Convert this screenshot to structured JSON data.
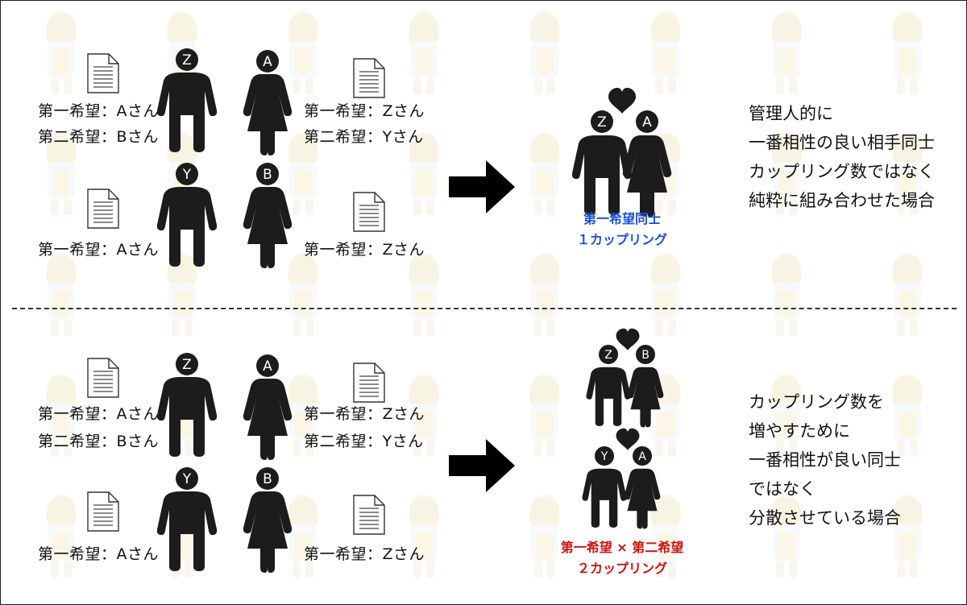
{
  "colors": {
    "text": "#111111",
    "figure": "#1c1c1c",
    "result_top": "#1a4fd8",
    "result_bottom": "#cc1111",
    "divider": "#333333"
  },
  "icons": {
    "document": "document-icon",
    "man": "man-figure-icon",
    "woman": "woman-figure-icon",
    "arrow": "right-arrow-icon",
    "heart": "heart-icon"
  },
  "top_section": {
    "men": [
      {
        "letter": "Z",
        "prefs": [
          "第一希望：Aさん",
          "第二希望：Bさん"
        ]
      },
      {
        "letter": "Y",
        "prefs": [
          "第一希望：Aさん"
        ]
      }
    ],
    "women": [
      {
        "letter": "A",
        "prefs": [
          "第一希望：Zさん",
          "第二希望：Yさん"
        ]
      },
      {
        "letter": "B",
        "prefs": [
          "第一希望：Zさん"
        ]
      }
    ],
    "pairs": [
      {
        "man": "Z",
        "woman": "A"
      }
    ],
    "result_lines": [
      "第一希望同士",
      "１カップリング"
    ],
    "description": [
      "管理人的に",
      "一番相性の良い相手同士",
      "カップリング数ではなく",
      "純粋に組み合わせた場合"
    ]
  },
  "bottom_section": {
    "men": [
      {
        "letter": "Z",
        "prefs": [
          "第一希望：Aさん",
          "第二希望：Bさん"
        ]
      },
      {
        "letter": "Y",
        "prefs": [
          "第一希望：Aさん"
        ]
      }
    ],
    "women": [
      {
        "letter": "A",
        "prefs": [
          "第一希望：Zさん",
          "第二希望：Yさん"
        ]
      },
      {
        "letter": "B",
        "prefs": [
          "第一希望：Zさん"
        ]
      }
    ],
    "pairs": [
      {
        "man": "Z",
        "woman": "B"
      },
      {
        "man": "Y",
        "woman": "A"
      }
    ],
    "result_lines": [
      "第一希望 × 第二希望",
      "２カップリング"
    ],
    "description": [
      "カップリング数を",
      "増やすために",
      "一番相性が良い同士",
      "ではなく",
      "分散させている場合"
    ]
  }
}
